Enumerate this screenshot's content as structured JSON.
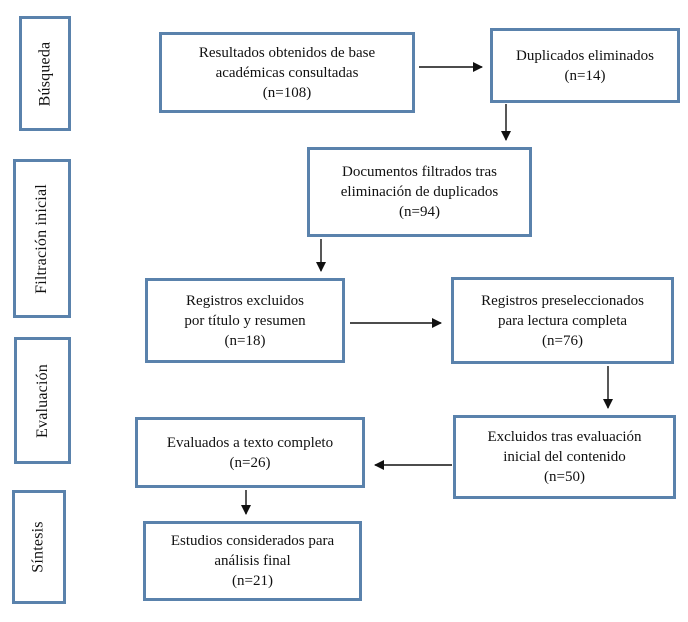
{
  "colors": {
    "box_border": "#5A82AC",
    "text": "#111111",
    "arrow": "#111111",
    "background": "#FFFFFF"
  },
  "stages": [
    {
      "label": "Búsqueda"
    },
    {
      "label": "Filtración inicial"
    },
    {
      "label": "Evaluación"
    },
    {
      "label": "Síntesis"
    }
  ],
  "boxes": {
    "results": {
      "lines": [
        "Resultados obtenidos de base",
        "académicas consultadas",
        "(n=108)"
      ]
    },
    "duplicates_removed": {
      "lines": [
        "Duplicados eliminados",
        "(n=14)"
      ]
    },
    "filtered_documents": {
      "lines": [
        "Documentos filtrados tras",
        "eliminación de duplicados",
        "(n=94)"
      ]
    },
    "excluded_title_abstract": {
      "lines": [
        "Registros excluidos",
        "por título y resumen",
        "(n=18)"
      ]
    },
    "preselected_full_reading": {
      "lines": [
        "Registros preseleccionados",
        "para lectura completa",
        "(n=76)"
      ]
    },
    "full_text_assessed": {
      "lines": [
        "Evaluados a texto completo",
        "(n=26)"
      ]
    },
    "excluded_after_initial": {
      "lines": [
        "Excluidos tras evaluación",
        "inicial del contenido",
        "(n=50)"
      ]
    },
    "final_studies": {
      "lines": [
        "Estudios considerados para",
        "análisis final",
        "(n=21)"
      ]
    }
  },
  "edges": [
    {
      "from": "results",
      "to": "duplicates_removed"
    },
    {
      "from": "duplicates_removed",
      "to": "filtered_documents"
    },
    {
      "from": "filtered_documents",
      "to": "excluded_title_abstract"
    },
    {
      "from": "excluded_title_abstract",
      "to": "preselected_full_reading"
    },
    {
      "from": "preselected_full_reading",
      "to": "excluded_after_initial"
    },
    {
      "from": "excluded_after_initial",
      "to": "full_text_assessed"
    },
    {
      "from": "full_text_assessed",
      "to": "final_studies"
    }
  ]
}
